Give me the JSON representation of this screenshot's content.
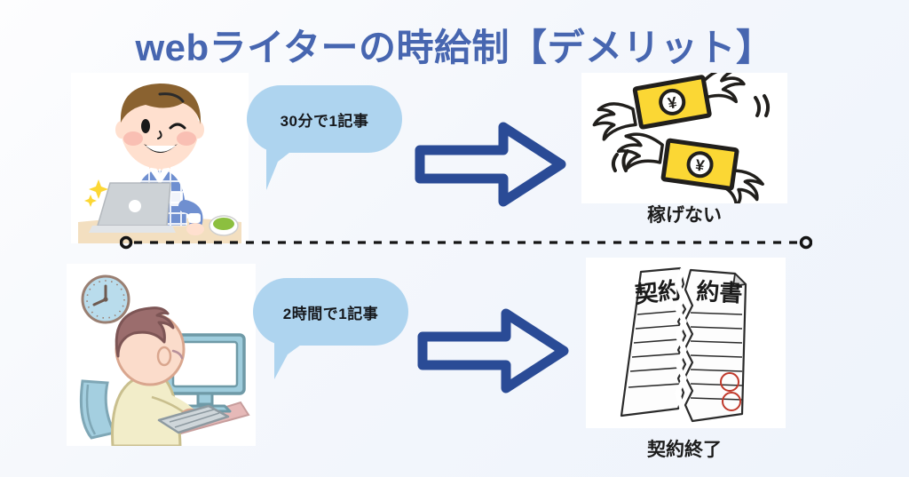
{
  "page": {
    "title": "webライターの時給制【デメリット】",
    "background_color": "#f4f7fc",
    "title_color": "#4766b0"
  },
  "theme": {
    "bubble_fill": "#aed4ef",
    "arrow_stroke": "#2a4b96",
    "caption_color": "#1c1c1c",
    "banknote_fill": "#fbd734",
    "divider_color": "#1a1a1a"
  },
  "rows": [
    {
      "id": "row-fast-writer",
      "illustration": {
        "name": "man-typing-on-laptop",
        "description": "笑顔の男性がノートパソコンで作業"
      },
      "bubble": {
        "text": "30分で1記事"
      },
      "arrow": {
        "direction": "right"
      },
      "result": {
        "illustration": {
          "name": "winged-money-flying-away",
          "description": "羽の生えた紙幣が飛んでいく",
          "currency_symbol": "¥",
          "note_count": 2
        },
        "caption": "稼げない"
      }
    },
    {
      "id": "row-slow-writer",
      "illustration": {
        "name": "person-at-desktop-computer-with-clock",
        "description": "時計のある部屋でデスクトップPCに向かう人物"
      },
      "bubble": {
        "text": "2時間で1記事"
      },
      "arrow": {
        "direction": "right"
      },
      "result": {
        "illustration": {
          "name": "torn-contract-document",
          "description": "破られた契約書",
          "document_label": "契約書"
        },
        "caption": "契約終了"
      }
    }
  ],
  "divider": {
    "style": "dashed-line-with-round-endpoints"
  }
}
